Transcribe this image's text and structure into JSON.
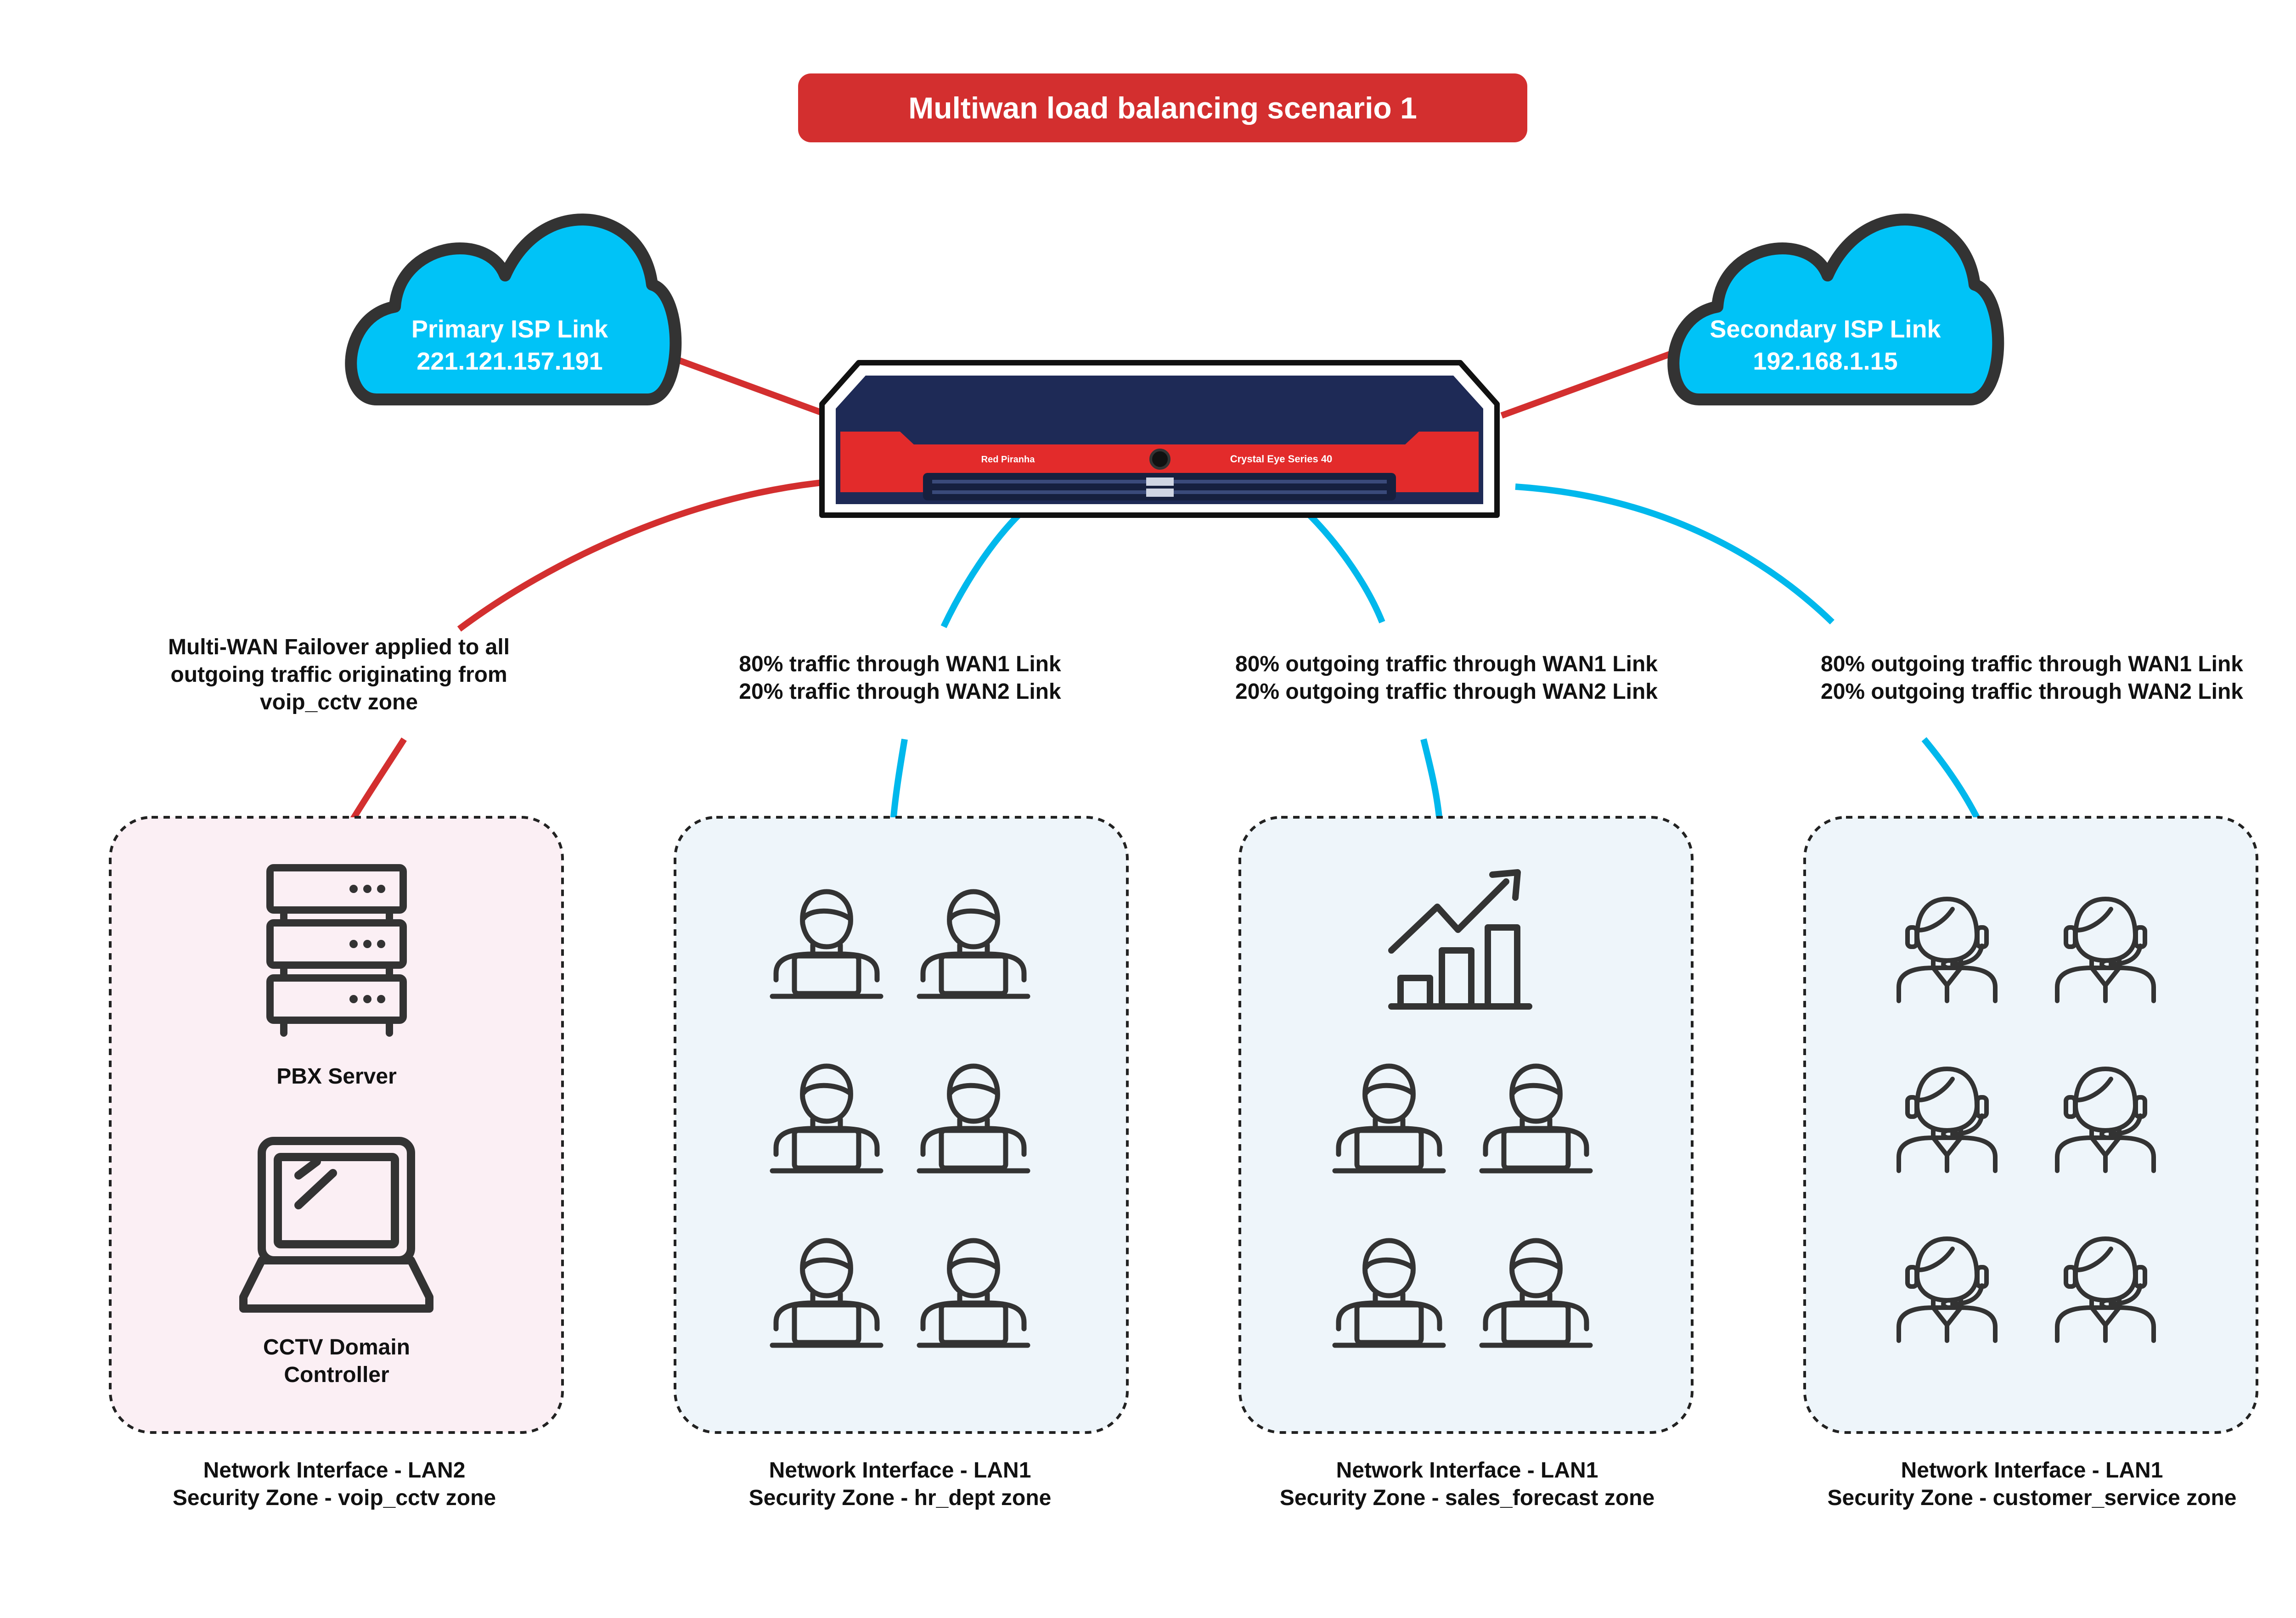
{
  "title": "Multiwan load balancing scenario 1",
  "isp_links": [
    {
      "id": "primary",
      "line1": "Primary ISP Link",
      "line2": "221.121.157.191"
    },
    {
      "id": "secondary",
      "line1": "Secondary ISP Link",
      "line2": "192.168.1.15"
    }
  ],
  "device": {
    "brand": "Red Piranha",
    "model": "Crystal Eye Series 40"
  },
  "annotations": [
    {
      "lines": [
        "Multi-WAN Failover applied to all",
        "outgoing traffic originating from",
        "voip_cctv zone"
      ]
    },
    {
      "lines": [
        "80% traffic through WAN1 Link",
        "20% traffic through WAN2 Link"
      ]
    },
    {
      "lines": [
        "80% outgoing traffic through WAN1 Link",
        "20% outgoing traffic through WAN2 Link"
      ]
    },
    {
      "lines": [
        "80% outgoing traffic through WAN1 Link",
        "20% outgoing traffic through WAN2 Link"
      ]
    }
  ],
  "zones": [
    {
      "id": "voip_cctv",
      "interface": "Network Interface - LAN2",
      "security_zone": "Security Zone - voip_cctv zone",
      "items": [
        {
          "icon": "server-rack-icon",
          "label": [
            "PBX Server"
          ]
        },
        {
          "icon": "laptop-icon",
          "label": [
            "CCTV Domain",
            "Controller"
          ]
        }
      ]
    },
    {
      "id": "hr_dept",
      "interface": "Network Interface - LAN1",
      "security_zone": "Security Zone - hr_dept zone",
      "items": [
        {
          "icon": "laptop-user-icon",
          "count": 6
        }
      ]
    },
    {
      "id": "sales_forecast",
      "interface": "Network Interface - LAN1",
      "security_zone": "Security Zone - sales_forecast zone",
      "items": [
        {
          "icon": "growth-chart-icon",
          "count": 1
        },
        {
          "icon": "laptop-user-icon",
          "count": 4
        }
      ]
    },
    {
      "id": "customer_service",
      "interface": "Network Interface - LAN1",
      "security_zone": "Security Zone - customer_service zone",
      "items": [
        {
          "icon": "headset-agent-icon",
          "count": 6
        }
      ]
    }
  ],
  "colors": {
    "title_bg": "#d32f2f",
    "primary_link": "#d32f2f",
    "secondary_link": "#00b8ec",
    "cloud_fill": "#00c3f7",
    "cloud_stroke": "#333333",
    "device_navy": "#1e2a56",
    "device_red": "#e32b2b",
    "zone_pink": "#fbeff4",
    "zone_blue": "#eef5fa",
    "icon_stroke": "#333333"
  }
}
